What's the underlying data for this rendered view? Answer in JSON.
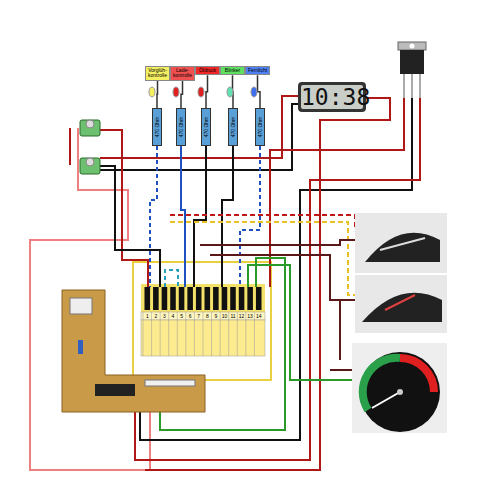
{
  "diagram": {
    "nodes": [
      {
        "text": [
          "Vorglüh-kontrolle"
        ]
      },
      {
        "text": [
          "Lade-kontrolle"
        ]
      },
      {
        "text": [
          "Öldruck"
        ]
      },
      {
        "text": [
          "Blinker"
        ]
      },
      {
        "text": [
          "Fernlicht"
        ]
      },
      {
        "text": [
          "470 Ohm"
        ]
      },
      {
        "text": [
          "470 Ohm"
        ]
      },
      {
        "text": [
          "470 Ohm"
        ]
      },
      {
        "text": [
          "470 Ohm"
        ]
      },
      {
        "text": [
          "470 Ohm"
        ]
      },
      {
        "text": [
          "10:38"
        ]
      }
    ],
    "edges": [
      {
        "from": 0,
        "to": 5,
        "arrow": "none"
      },
      {
        "from": 1,
        "to": 6,
        "arrow": "none"
      },
      {
        "from": 2,
        "to": 7,
        "arrow": "none"
      },
      {
        "from": 3,
        "to": 8,
        "arrow": "none"
      },
      {
        "from": 4,
        "to": 9,
        "arrow": "none"
      }
    ],
    "labels": [
      "1",
      "2",
      "3",
      "4",
      "5",
      "6",
      "7",
      "8",
      "9",
      "10",
      "11",
      "12",
      "13",
      "14"
    ]
  }
}
